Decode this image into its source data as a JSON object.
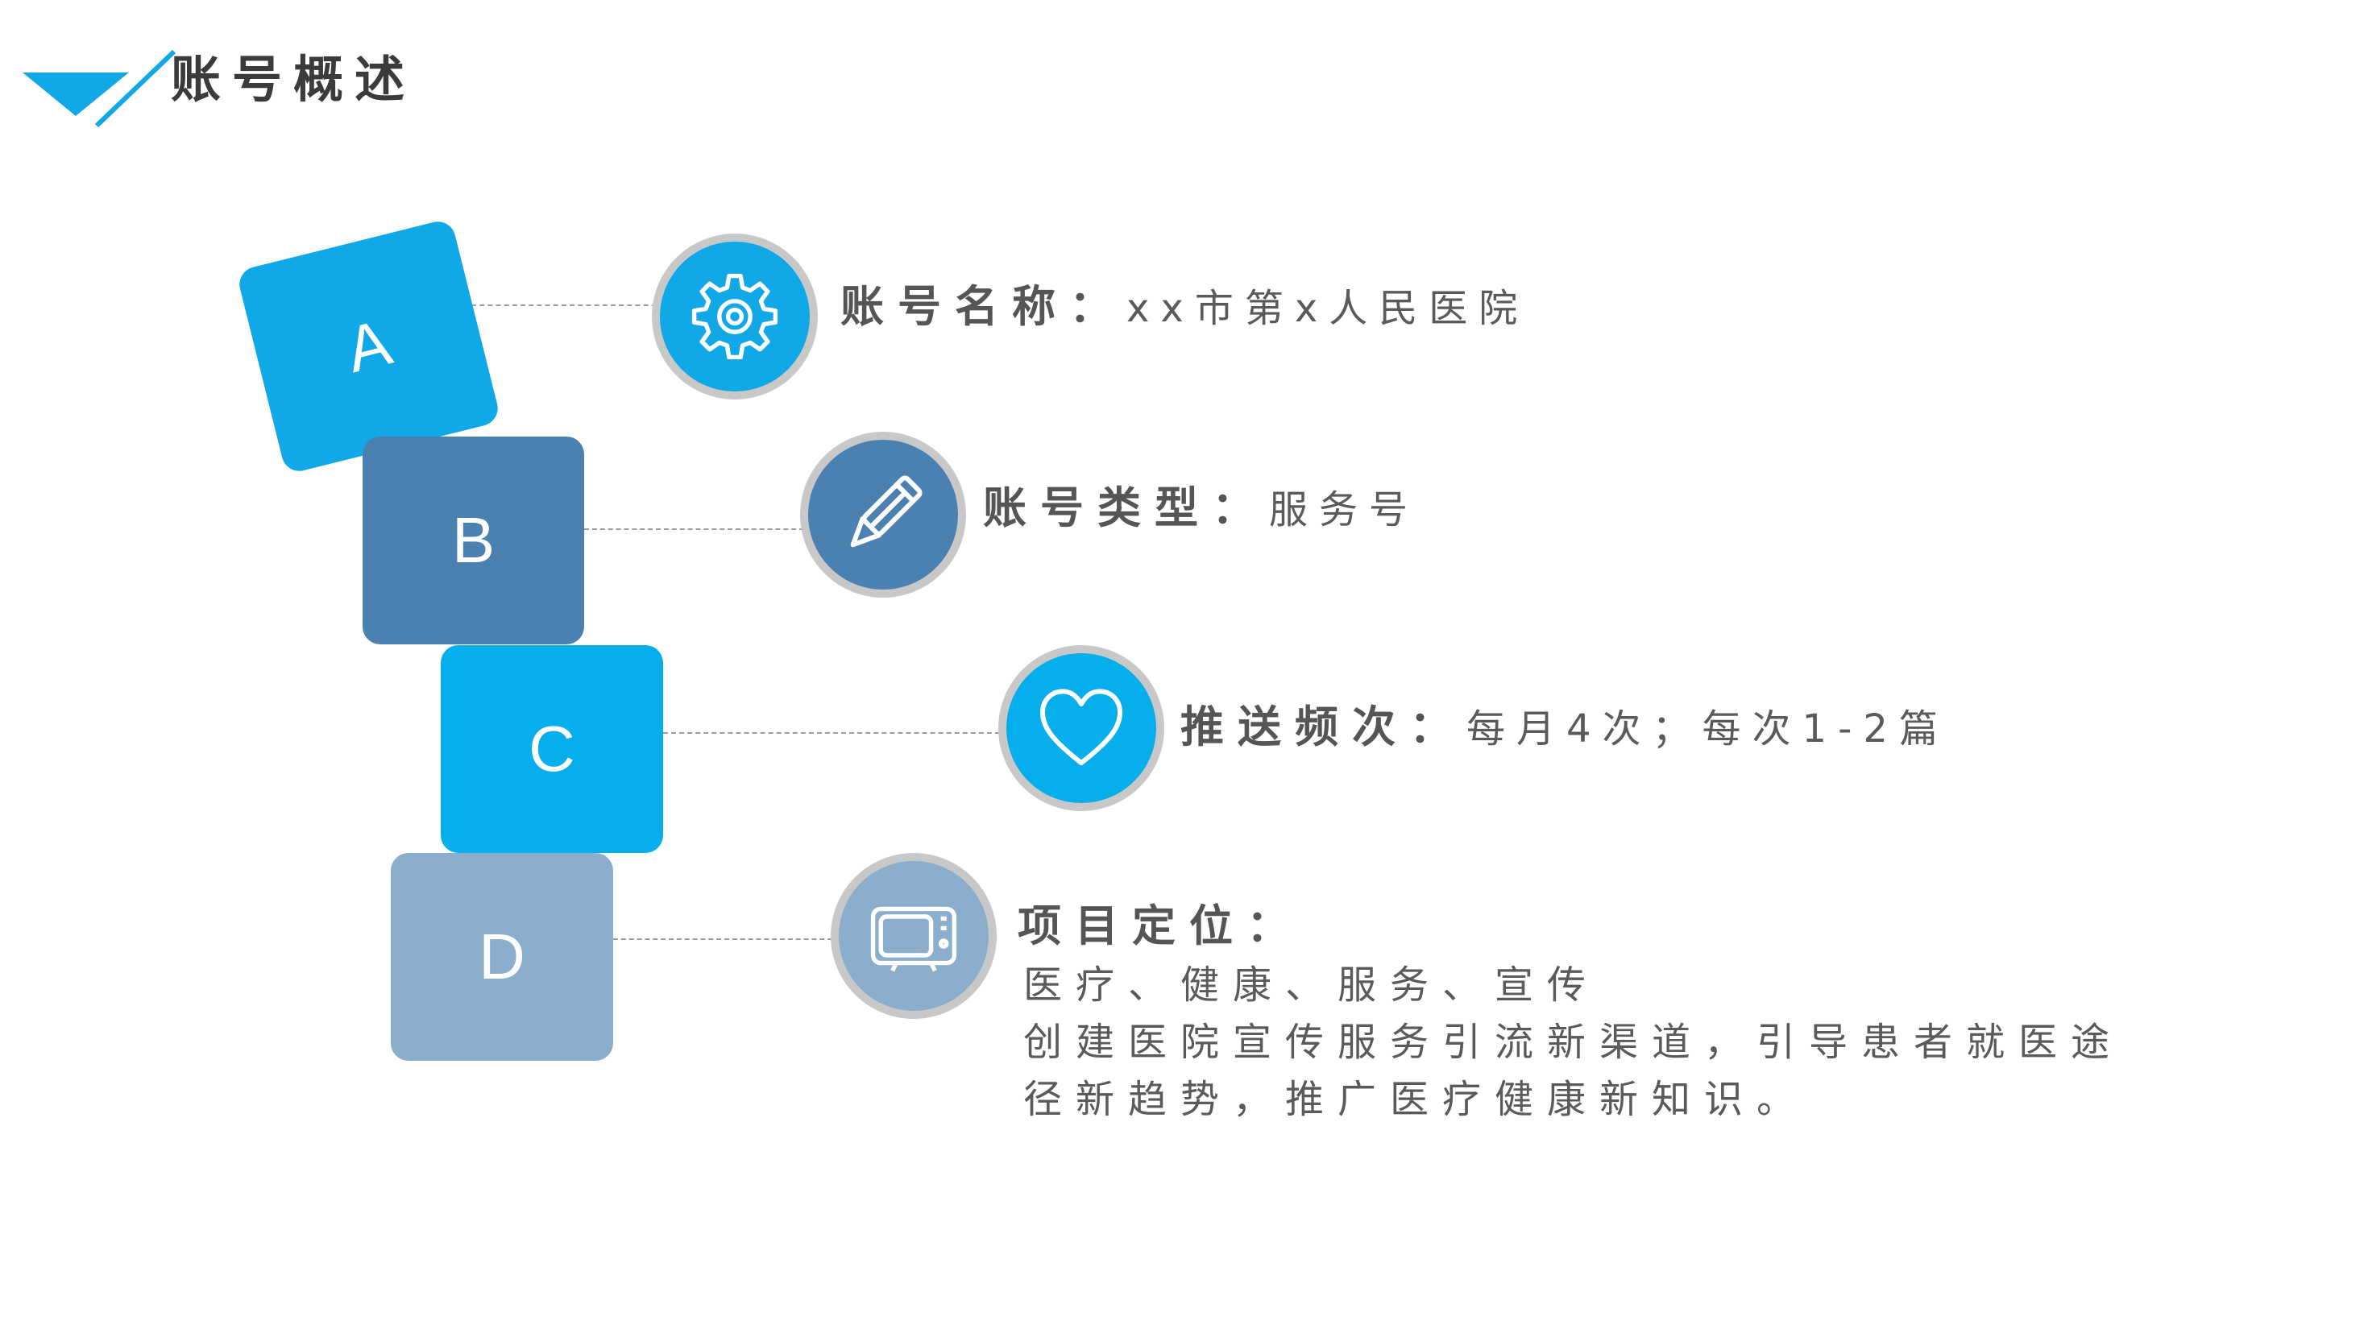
{
  "header": {
    "title": "账号概述"
  },
  "blocks": [
    {
      "letter": "A"
    },
    {
      "letter": "B"
    },
    {
      "letter": "C"
    },
    {
      "letter": "D"
    }
  ],
  "rows": [
    {
      "label": "账号名称",
      "separator": "：",
      "value": "xx市第x人民医院",
      "icon": "gear-icon",
      "color": "#10a8e6"
    },
    {
      "label": "账号类型",
      "separator": "：",
      "value": "服务号",
      "icon": "pencil-icon",
      "color": "#4b81b1"
    },
    {
      "label": "推送频次",
      "separator": "：",
      "value": "每月4次；每次1-2篇",
      "icon": "heart-icon",
      "color": "#07aeec"
    },
    {
      "label": "项目定位",
      "separator": "：",
      "icon": "tv-icon",
      "color": "#8aaecc",
      "lines": [
        "医疗、健康、服务、宣传",
        "创建医院宣传服务引流新渠道，引导患者就医途",
        "径新趋势，推广医疗健康新知识。"
      ]
    }
  ],
  "colors": {
    "accent": "#10a8e6",
    "ring": "#c8c8c8",
    "text": "#4d4d4d"
  }
}
